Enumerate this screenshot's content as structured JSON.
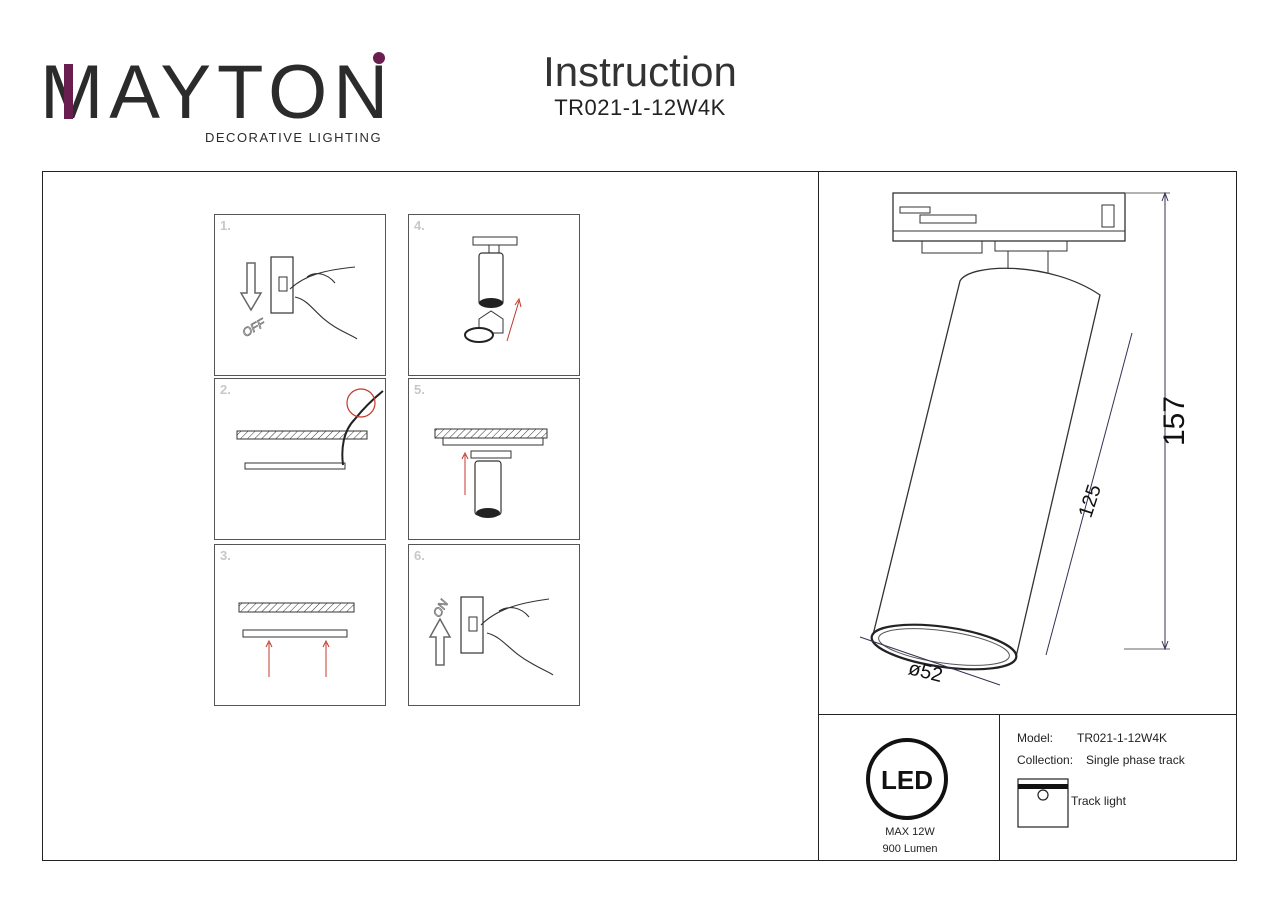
{
  "brand": {
    "logo_text": "MAYTONI",
    "tagline": "DECORATIVE LIGHTING"
  },
  "header": {
    "title": "Instruction",
    "model_code": "TR021-1-12W4K"
  },
  "steps": [
    {
      "number": "1.",
      "switch_label": "OFF"
    },
    {
      "number": "2."
    },
    {
      "number": "3."
    },
    {
      "number": "4."
    },
    {
      "number": "5."
    },
    {
      "number": "6.",
      "switch_label": "ON"
    }
  ],
  "drawing": {
    "height_total": "157",
    "body_length": "125",
    "diameter": "ø52"
  },
  "specs": {
    "led_badge": "LED",
    "power": "MAX 12W",
    "lumen": "900 Lumen",
    "model_label": "Model:",
    "model_value": "TR021-1-12W4K",
    "collection_label": "Collection:",
    "collection_value": "Single phase track",
    "type_label": "Track light"
  },
  "colors": {
    "logo_dark": "#2b2b2b",
    "logo_accent": "#6a1e4f",
    "arrow_red": "#c0392b"
  }
}
